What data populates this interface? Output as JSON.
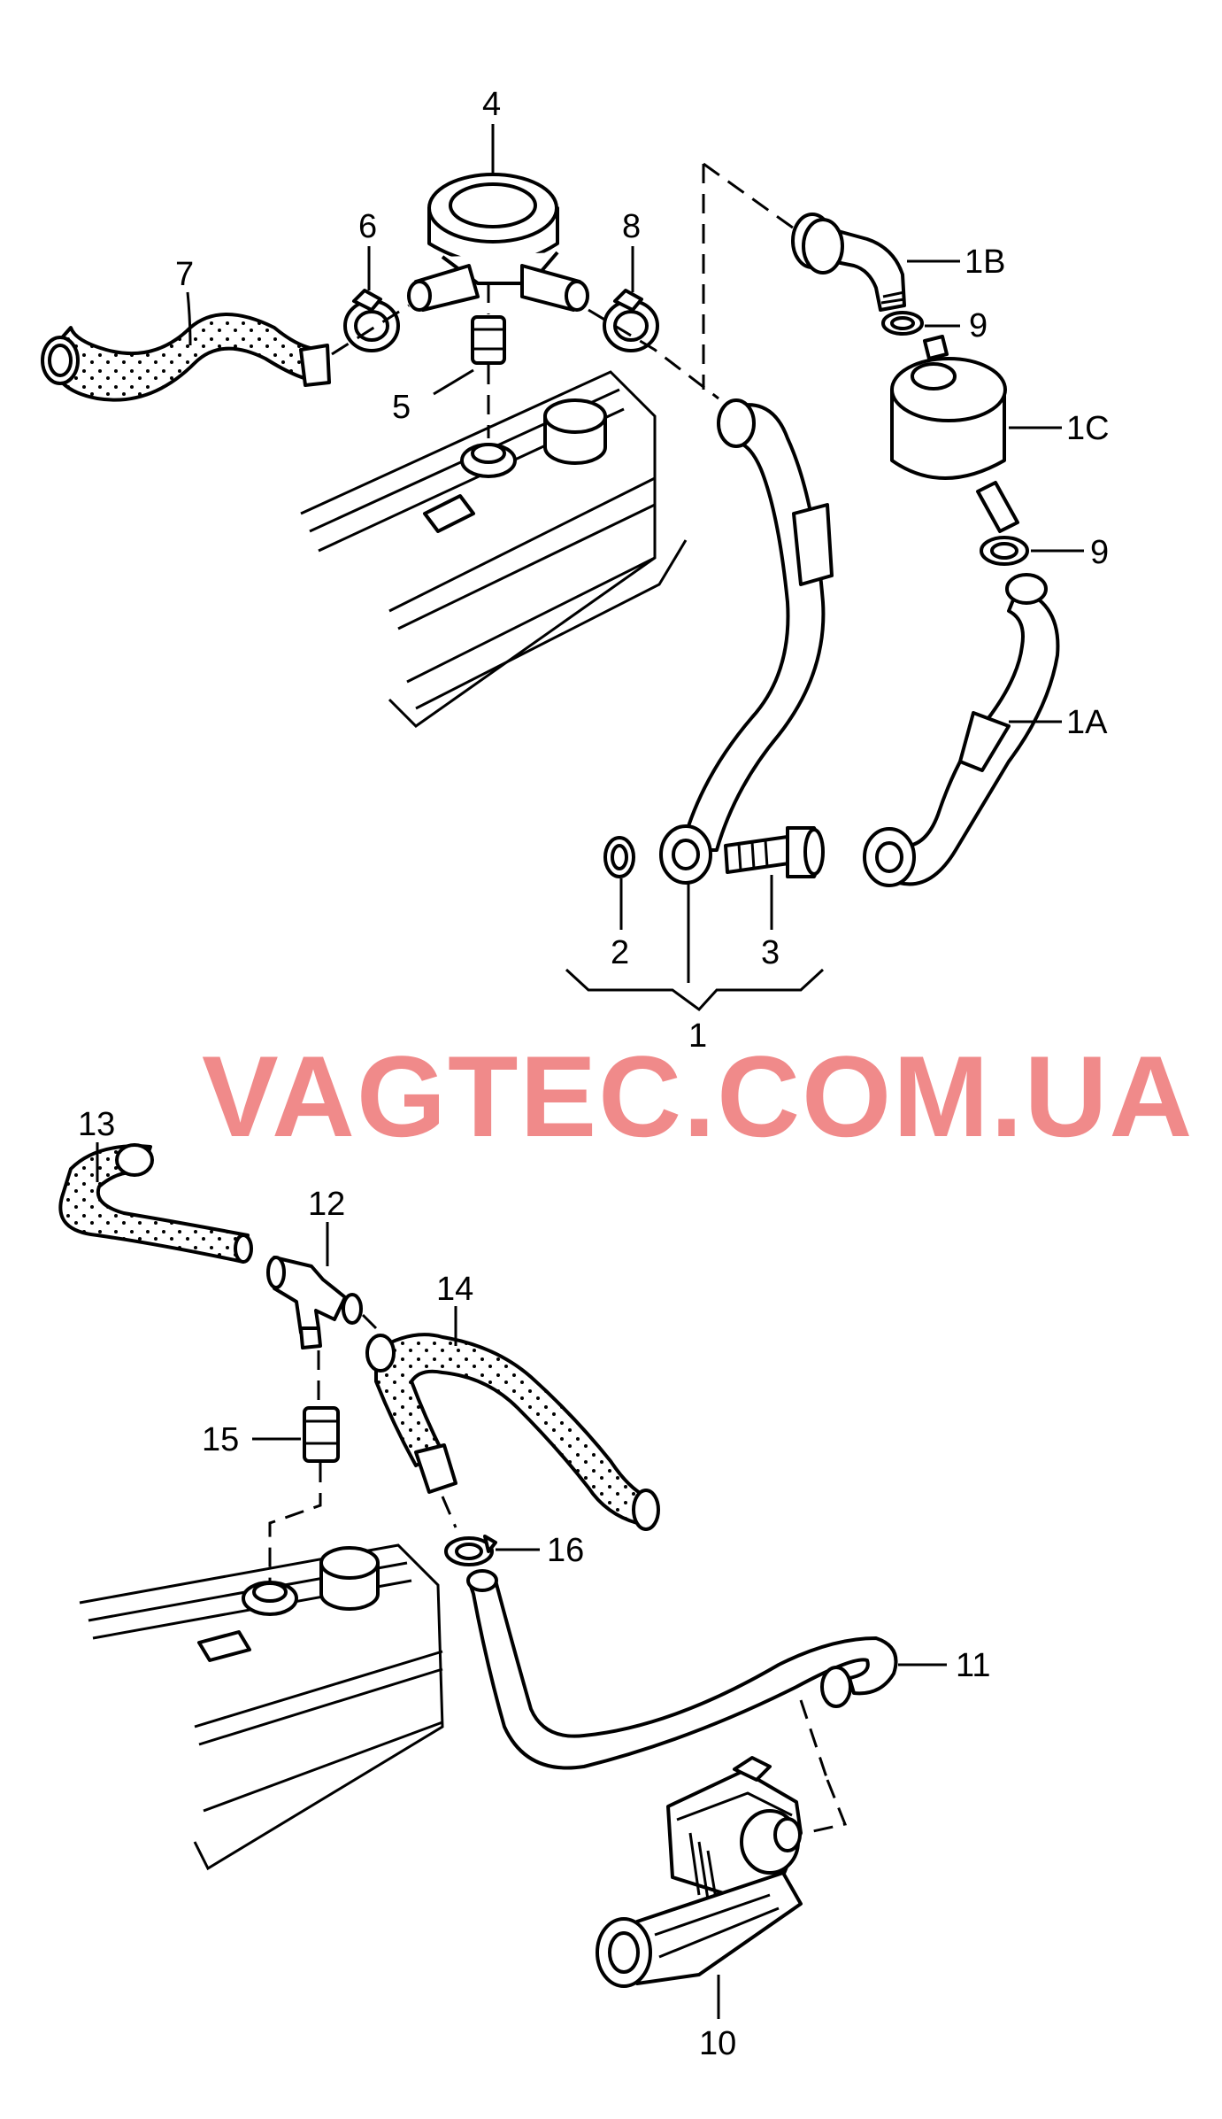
{
  "watermark": "VAGTEC.COM.UA",
  "labels": {
    "l1": "1",
    "l1A": "1A",
    "l1B": "1B",
    "l1C": "1C",
    "l2": "2",
    "l3": "3",
    "l4": "4",
    "l5": "5",
    "l6": "6",
    "l7": "7",
    "l8": "8",
    "l9a": "9",
    "l9b": "9",
    "l10": "10",
    "l11": "11",
    "l12": "12",
    "l13": "13",
    "l14": "14",
    "l15": "15",
    "l16": "16"
  }
}
